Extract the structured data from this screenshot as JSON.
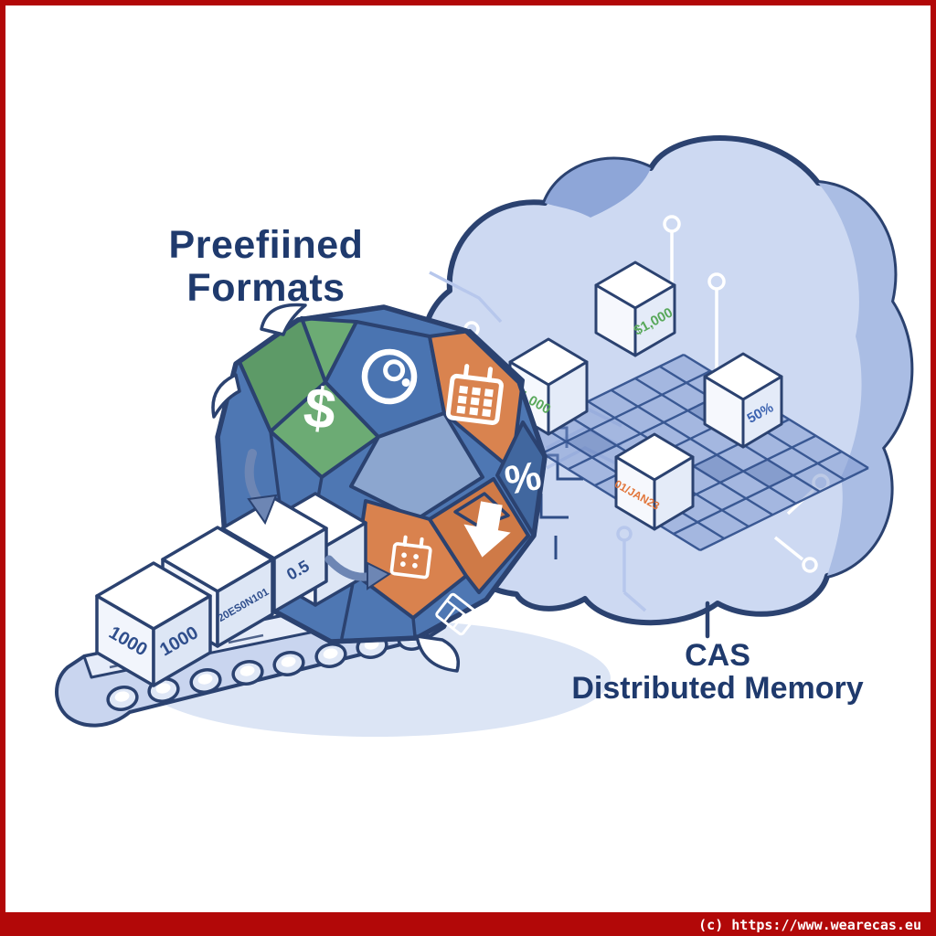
{
  "frame": {
    "border_color": "#b20808",
    "copyright": "(c) https://www.wearecas.eu"
  },
  "title": {
    "line1": "Preefiined",
    "line2": "Formats",
    "color": "#1f3a6d"
  },
  "memory_label": {
    "line1": "CAS",
    "line2": "Distributed Memory",
    "color": "#1f3a6d"
  },
  "sphere": {
    "dollar_glyph": "$",
    "percent_glyph": "%",
    "green": "#6cab74",
    "orange": "#d9834f",
    "blue": "#4e77b3"
  },
  "conveyor_boxes": [
    {
      "left_label": "1000",
      "right_label": "1000"
    },
    {
      "right_label": "20ES0N101"
    },
    {
      "right_label": "0.5"
    },
    {
      "right_label": ""
    }
  ],
  "memory_cubes": [
    {
      "label": "$1,000",
      "color": "#58a85a"
    },
    {
      "label": "$1,000",
      "color": "#58a85a"
    },
    {
      "label": "50%",
      "color": "#3c63b0"
    },
    {
      "label": "01/JAN23",
      "color": "#e2763b"
    }
  ]
}
